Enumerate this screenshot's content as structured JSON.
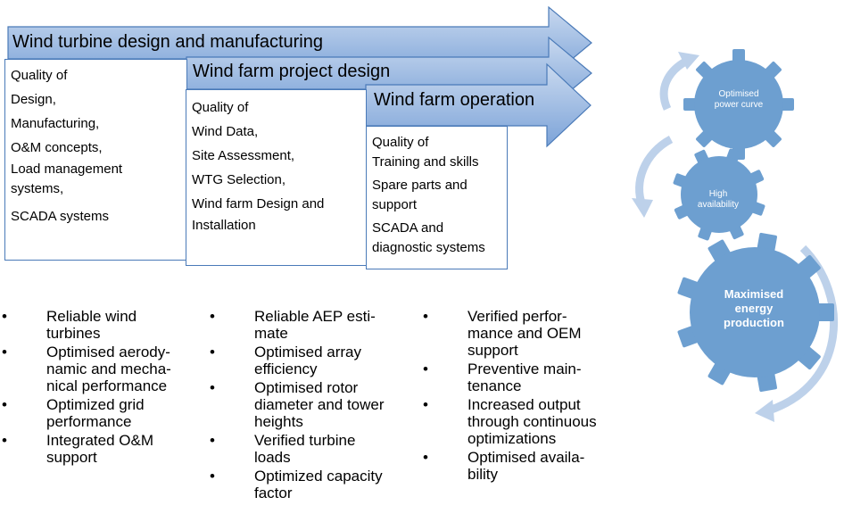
{
  "stages": [
    {
      "title": "Wind turbine design and manufacturing",
      "lines": [
        "Quality of",
        "Design,",
        "Manufacturing,",
        "O&M concepts,",
        "Load management",
        "systems,",
        "SCADA systems"
      ]
    },
    {
      "title": "Wind farm project design",
      "lines": [
        "Quality of",
        "Wind Data,",
        "Site Assessment,",
        "WTG Selection,",
        "Wind farm Design and",
        "Installation"
      ]
    },
    {
      "title": "Wind farm operation",
      "lines": [
        "Quality of",
        "Training and skills",
        "Spare parts and",
        "support",
        "SCADA and",
        "diagnostic systems"
      ]
    }
  ],
  "bullets": [
    [
      [
        "Reliable wind",
        "turbines"
      ],
      [
        "Optimised aerody-",
        "namic and mecha-",
        "nical performance"
      ],
      [
        "Optimized grid",
        "performance"
      ],
      [
        "Integrated O&M",
        "support"
      ]
    ],
    [
      [
        "Reliable AEP esti-",
        "mate"
      ],
      [
        "Optimised array",
        "efficiency"
      ],
      [
        "Optimised rotor",
        "diameter and tower",
        "heights"
      ],
      [
        "Verified turbine",
        "loads"
      ],
      [
        "Optimized capacity",
        "factor"
      ]
    ],
    [
      [
        "Verified perfor-",
        "mance and OEM",
        "support"
      ],
      [
        "Preventive main-",
        "tenance"
      ],
      [
        "Increased output",
        "through continuous",
        "optimizations"
      ],
      [
        "Optimised availa-",
        "bility"
      ]
    ]
  ],
  "gears": [
    {
      "lines": [
        "Optimised",
        "power curve"
      ]
    },
    {
      "lines": [
        "High",
        "availability"
      ]
    },
    {
      "lines": [
        "Maximised",
        "energy",
        "production"
      ]
    }
  ],
  "colors": {
    "arrow_fill_top": "#c5d6ee",
    "arrow_fill_bottom": "#7ea4d8",
    "arrow_stroke": "#4a7ab8",
    "gear_fill": "#6d9fd0",
    "cycle_arrow": "#bdd1ea"
  }
}
